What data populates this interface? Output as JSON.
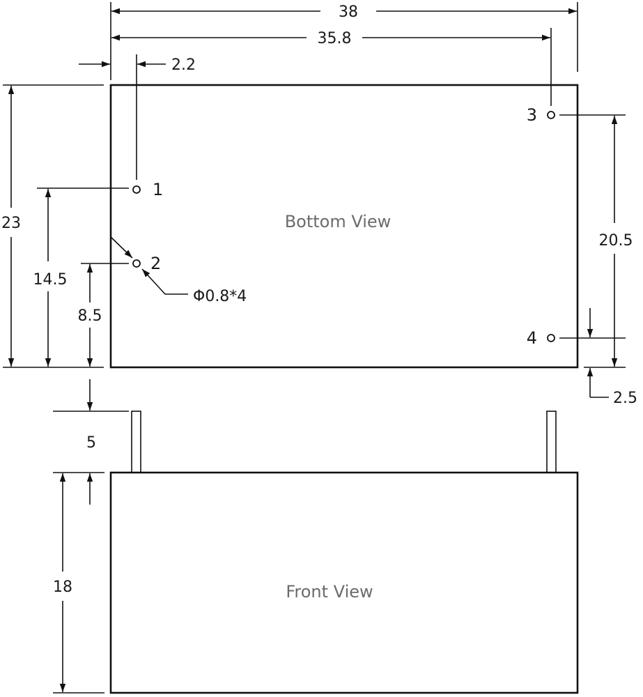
{
  "bottom_view": {
    "label": "Bottom View",
    "pins": [
      {
        "number": "1"
      },
      {
        "number": "2"
      },
      {
        "number": "3"
      },
      {
        "number": "4"
      }
    ],
    "pin_note": "Φ0.8*4"
  },
  "front_view": {
    "label": "Front View"
  },
  "dimensions": {
    "overall_width": "38",
    "pin_span": "35.8",
    "pin1_offset_x": "2.2",
    "overall_height": "23",
    "pin1_height": "14.5",
    "pin2_height": "8.5",
    "pin3_to_pin4": "20.5",
    "pin4_offset_y": "2.5",
    "pin_length": "5",
    "body_height": "18"
  },
  "colors": {
    "lines": "#111111",
    "view_label": "#6b6b6b"
  }
}
